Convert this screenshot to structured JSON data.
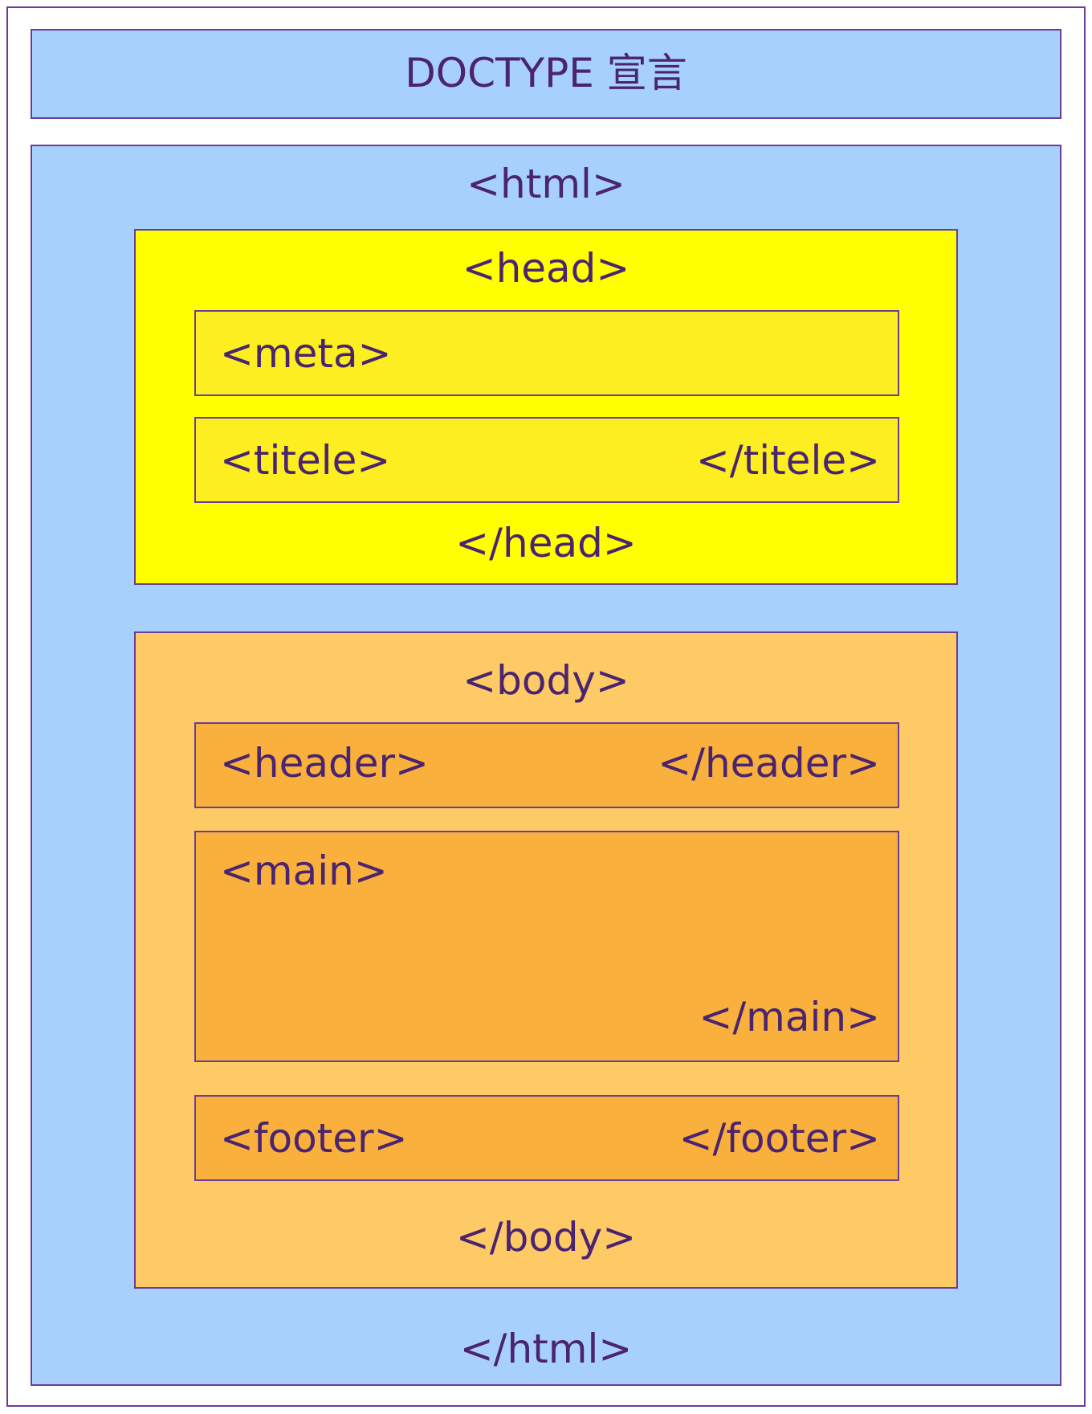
{
  "doctype": {
    "label": "DOCTYPE 宣言"
  },
  "html": {
    "open": "<html>",
    "close": "</html>"
  },
  "head": {
    "open": "<head>",
    "close": "</head>",
    "meta": {
      "open": "<meta>"
    },
    "title": {
      "open": "<titele>",
      "close": "</titele>"
    }
  },
  "body": {
    "open": "<body>",
    "close": "</body>",
    "header": {
      "open": "<header>",
      "close": "</header>"
    },
    "main": {
      "open": "<main>",
      "close": "</main>"
    },
    "footer": {
      "open": "<footer>",
      "close": "</footer>"
    }
  },
  "colors": {
    "outline": "#6a3d9a",
    "text": "#4a2470",
    "html_fill": "#a8d0fc",
    "head_fill": "#ffff00",
    "head_child_fill": "#fcee21",
    "body_fill": "#fdca66",
    "body_child_fill": "#f9b03c"
  }
}
